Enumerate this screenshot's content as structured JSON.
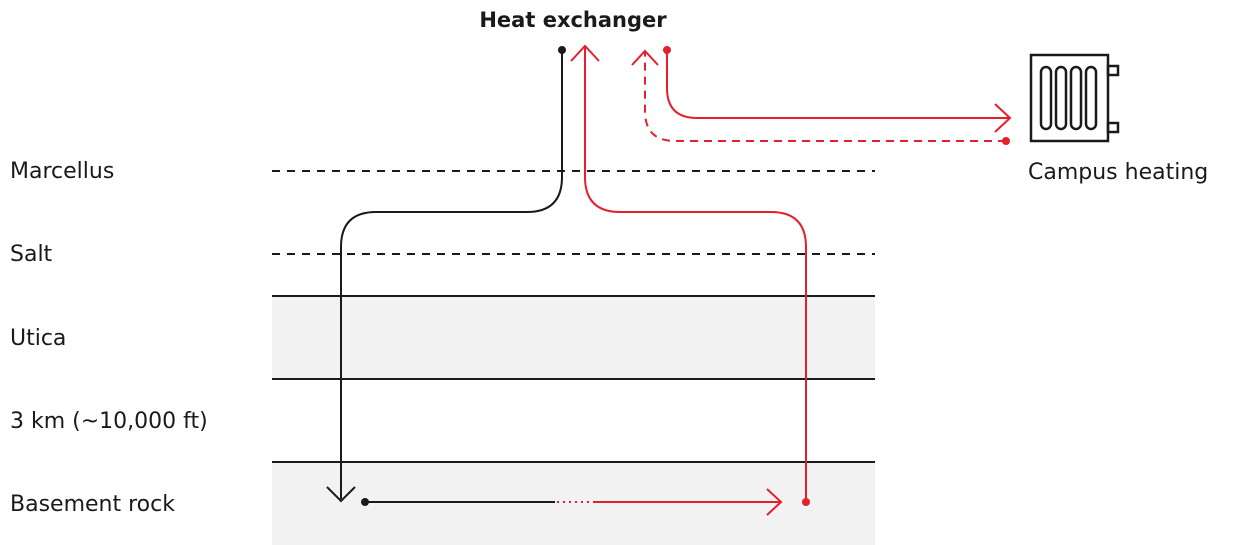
{
  "title": "Heat exchanger",
  "destination_label": "Campus heating",
  "layers": [
    {
      "name": "Marcellus"
    },
    {
      "name": "Salt"
    },
    {
      "name": "Utica"
    },
    {
      "name": "3 km (~10,000 ft)"
    },
    {
      "name": "Basement rock"
    }
  ],
  "colors": {
    "cold_flow": "#1a1a1a",
    "hot_flow": "#e3202c",
    "rock_band": "#f2f2f2"
  },
  "icons": {
    "destination": "radiator-icon"
  }
}
